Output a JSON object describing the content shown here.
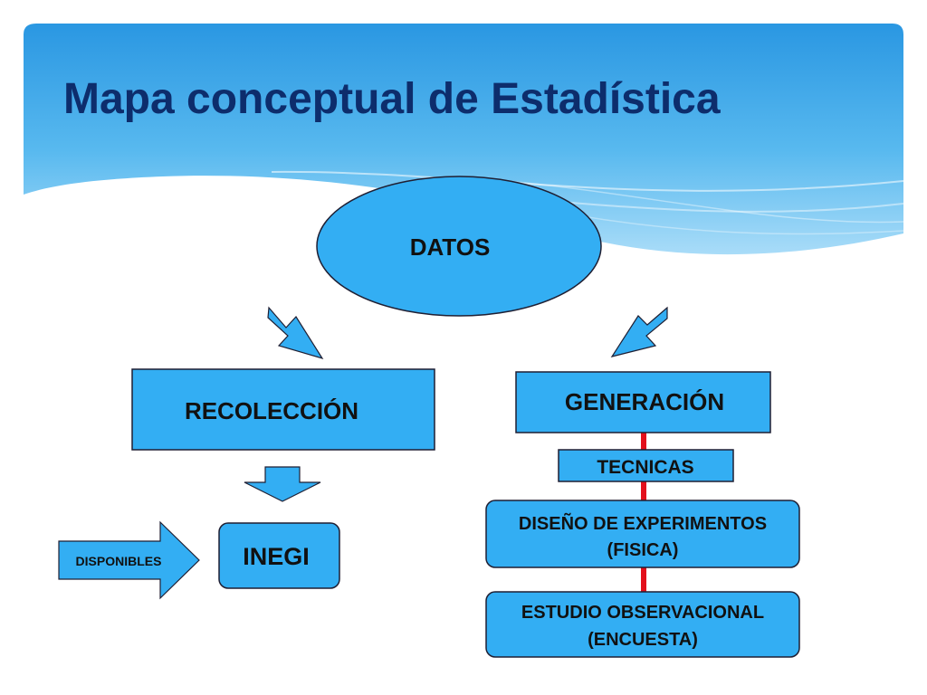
{
  "slide": {
    "title": "Mapa conceptual de Estadística"
  },
  "colors": {
    "title": "#0d2d6c",
    "node_fill": "#33aef3",
    "node_stroke": "#1f1f33",
    "connector": "#e3101c",
    "header_top": "#2a97e2",
    "header_bottom": "#9bd6f7"
  },
  "nodes": {
    "datos": "DATOS",
    "recoleccion": "RECOLECCIÓN",
    "generacion": "GENERACIÓN",
    "tecnicas": "TECNICAS",
    "diseno_line1": "DISEÑO DE EXPERIMENTOS",
    "diseno_line2": "(FISICA)",
    "estudio_line1": "ESTUDIO OBSERVACIONAL",
    "estudio_line2": "(ENCUESTA)",
    "inegi": "INEGI",
    "disponibles": "DISPONIBLES"
  }
}
